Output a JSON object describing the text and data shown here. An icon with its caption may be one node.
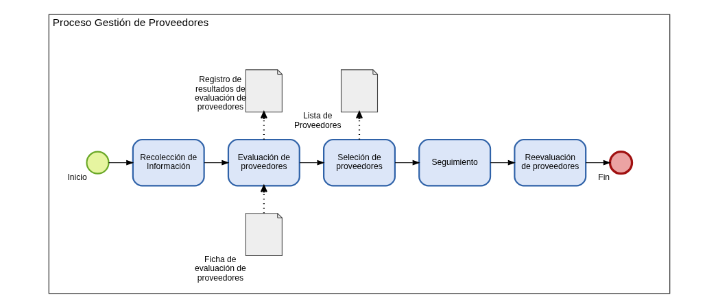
{
  "diagram": {
    "nodes": [
      {
        "text": [
          "Proceso Gestión de Proveedores"
        ]
      },
      {
        "text": [],
        "shape": "circle",
        "beside": [
          "Inicio"
        ],
        "in": 0
      },
      {
        "text": [
          "Recolección de Información"
        ],
        "in": 0
      },
      {
        "text": [
          "Evaluación de proveedores"
        ],
        "in": 0
      },
      {
        "text": [
          "Seleción de proveedores"
        ],
        "in": 0
      },
      {
        "text": [
          "Seguimiento"
        ],
        "in": 0
      },
      {
        "text": [
          "Reevaluación de proveedores"
        ],
        "in": 0
      },
      {
        "text": [],
        "shape": "circle",
        "beside": [
          "Fin"
        ],
        "in": 0
      },
      {
        "text": [],
        "shape": "document",
        "beside": [
          "Ficha de evaluación de proveedores"
        ],
        "in": 0
      },
      {
        "text": [],
        "shape": "document",
        "beside": [
          "Registro de resultados de evaluación de proveedores"
        ],
        "in": 0
      },
      {
        "text": [],
        "shape": "document",
        "beside": [
          "Lista de Proveedores"
        ],
        "in": 0
      }
    ],
    "edges": [
      {
        "from": 1,
        "to": 2,
        "arrow": "to"
      },
      {
        "from": 2,
        "to": 3,
        "arrow": "to"
      },
      {
        "from": 3,
        "to": 4,
        "arrow": "to"
      },
      {
        "from": 4,
        "to": 5,
        "arrow": "to"
      },
      {
        "from": 5,
        "to": 6,
        "arrow": "to"
      },
      {
        "from": 6,
        "to": 7,
        "arrow": "to"
      },
      {
        "from": 8,
        "to": 3,
        "arrow": "to",
        "style": "dashed"
      },
      {
        "from": 3,
        "to": 9,
        "arrow": "to",
        "style": "dashed"
      },
      {
        "from": 4,
        "to": 10,
        "arrow": "to",
        "style": "dashed"
      }
    ]
  }
}
